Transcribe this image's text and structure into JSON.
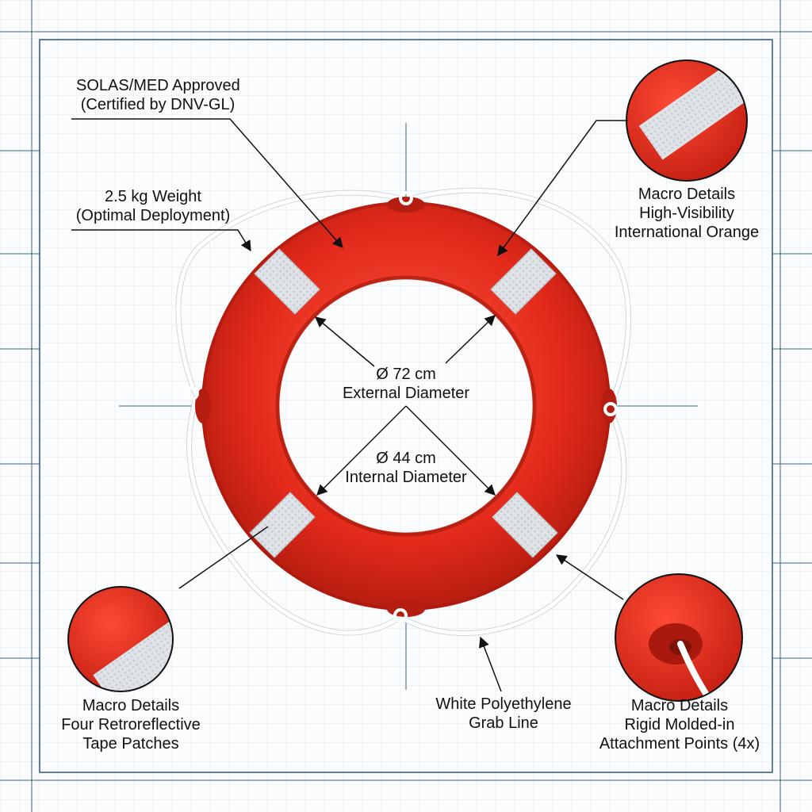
{
  "diagram": {
    "colors": {
      "ring": "#e32a1b",
      "ring_shadow": "#a9190e",
      "tape": "#d9dde2",
      "rope": "#ffffff",
      "grid": "#dbe3ea",
      "frame": "#3a5f8f",
      "text": "#111111"
    },
    "labels": {
      "approval": {
        "line1": "SOLAS/MED Approved",
        "line2": "(Certified by DNV-GL)"
      },
      "weight": {
        "line1": "2.5 kg Weight",
        "line2": "(Optimal Deployment)"
      },
      "orange": {
        "line1": "Macro Details",
        "line2": "High-Visibility",
        "line3": "International Orange"
      },
      "external": {
        "line1": "Ø 72 cm",
        "line2": "External Diameter"
      },
      "internal": {
        "line1": "Ø 44 cm",
        "line2": "Internal Diameter"
      },
      "tape": {
        "line1": "Macro Details",
        "line2": "Four Retroreflective",
        "line3": "Tape Patches"
      },
      "grab_line": {
        "line1": "White Polyethylene",
        "line2": "Grab Line"
      },
      "attachment": {
        "line1": "Macro Details",
        "line2": "Rigid Molded-in",
        "line3": "Attachment Points (4x)"
      }
    }
  }
}
